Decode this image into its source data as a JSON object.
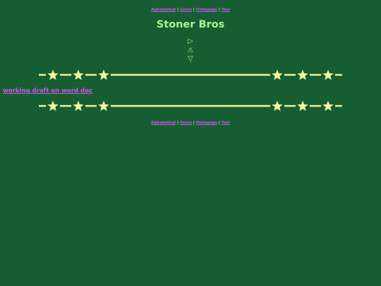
{
  "nav": {
    "alphabetical": "Alphabetical",
    "genre": "Genre",
    "homepage": "Homepage",
    "year": "Year",
    "separator": "|"
  },
  "title": "Stoner Bros",
  "arrows": {
    "next": "▷",
    "up": "⚠",
    "down": "▽"
  },
  "draft_link": "working draft on word doc",
  "colors": {
    "background": "#165e31",
    "title": "#a8f88f",
    "link": "#cc55ee",
    "star": "#f8f49a"
  }
}
